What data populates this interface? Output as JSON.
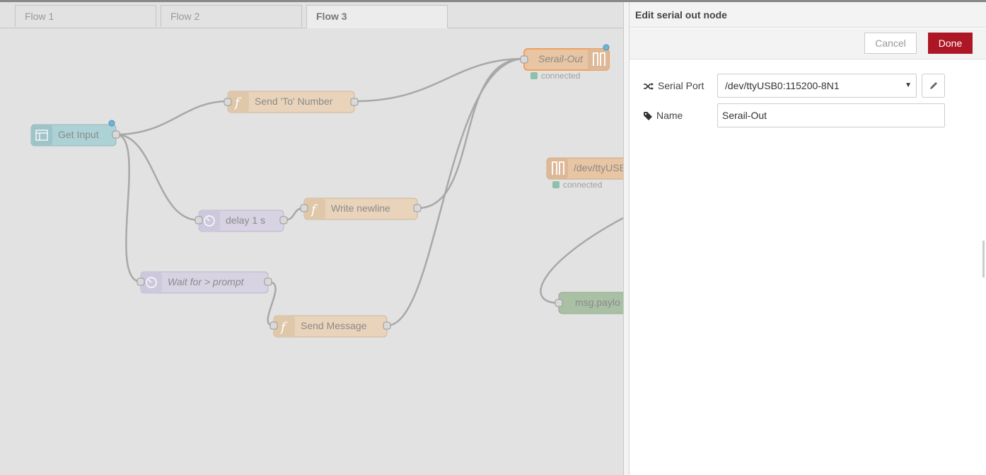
{
  "tabs": [
    {
      "label": "Flow 1",
      "active": false
    },
    {
      "label": "Flow 2",
      "active": false
    },
    {
      "label": "Flow 3",
      "active": true
    }
  ],
  "nodes": {
    "get_input": {
      "label": "Get Input",
      "icon": "inject-icon"
    },
    "send_to_number": {
      "label": "Send 'To' Number",
      "icon": "function-icon"
    },
    "delay": {
      "label": "delay 1 s",
      "icon": "timer-icon"
    },
    "write_newline": {
      "label": "Write newline",
      "icon": "function-icon"
    },
    "wait_prompt": {
      "label": "Wait for > prompt",
      "icon": "timer-icon"
    },
    "send_message": {
      "label": "Send Message",
      "icon": "function-icon"
    },
    "serial_out": {
      "label": "Serail-Out",
      "icon": "serial-icon",
      "status": "connected"
    },
    "serial_in": {
      "label": "/dev/ttyUSB",
      "icon": "serial-icon",
      "status": "connected"
    },
    "msg_payload": {
      "label": "msg.paylo"
    }
  },
  "editor": {
    "title": "Edit serial out node",
    "cancel_label": "Cancel",
    "done_label": "Done",
    "serial_port_label": "Serial Port",
    "serial_port_value": "/dev/ttyUSB0:115200-8N1",
    "name_label": "Name",
    "name_value": "Serail-Out"
  },
  "colors": {
    "function_node": "#e9d4bb",
    "inject_node": "#acd2d6",
    "delay_node": "#d7d3e3",
    "serial_node": "#e8c5a3",
    "debug_node": "#a9c0a5",
    "done_button": "#ad1625",
    "status_ok": "#8fc0a8",
    "port_dot": "#6fb3d8"
  }
}
